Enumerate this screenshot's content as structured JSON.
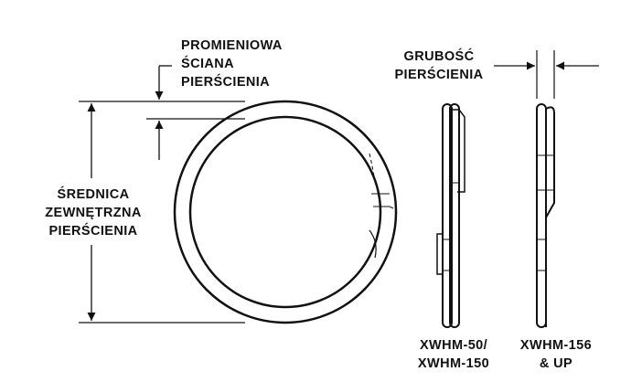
{
  "labels": {
    "radial_wall": [
      "PROMIENIOWA",
      "ŚCIANA",
      "PIERŚCIENIA"
    ],
    "outer_diameter": [
      "ŚREDNICA",
      "ZEWNĘTRZNA",
      "PIERŚCIENIA"
    ],
    "thickness": [
      "GRUBOŚĆ",
      "PIERŚCIENIA"
    ],
    "model_a": [
      "XWHM-50/",
      "XWHM-150"
    ],
    "model_b": [
      "XWHM-156",
      "& UP"
    ]
  }
}
